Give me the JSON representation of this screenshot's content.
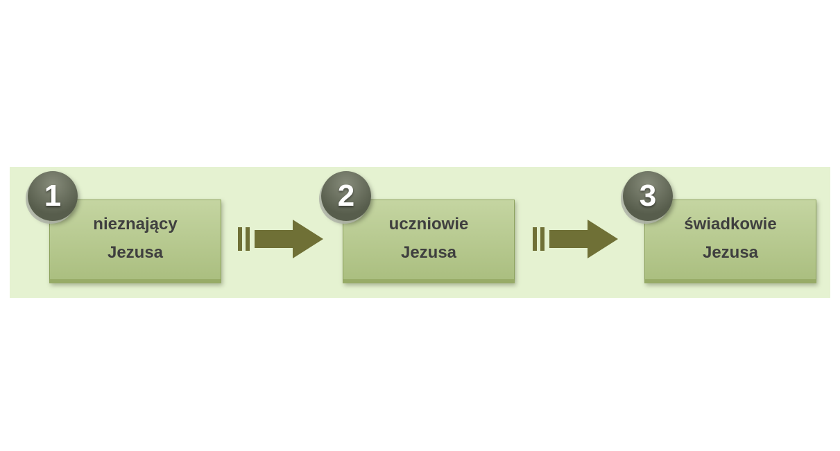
{
  "diagram": {
    "steps": [
      {
        "number": "1",
        "line1": "nieznający",
        "line2": "Jezusa"
      },
      {
        "number": "2",
        "line1": "uczniowie",
        "line2": "Jezusa"
      },
      {
        "number": "3",
        "line1": "świadkowie",
        "line2": "Jezusa"
      }
    ],
    "colors": {
      "band": "#e5f2d1",
      "box": "#b4c987",
      "box_border": "#8ba15b",
      "box_edge": "#97ab67",
      "circle": "#575d4c",
      "circle_hi": "#868b7a",
      "arrow": "#6f7036",
      "text": "#3f3f3f",
      "number": "#ffffff"
    }
  }
}
